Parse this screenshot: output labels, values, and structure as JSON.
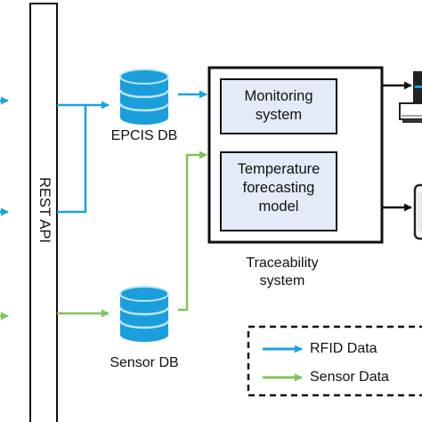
{
  "colors": {
    "rfid_arrow": "#1aa3e0",
    "sensor_arrow": "#80c35a",
    "db_fill": "#1a9fdc",
    "db_highlight": "#bfe6f8",
    "module_fill": "#e3ebf8",
    "outline": "#111111"
  },
  "rest_api": {
    "label": "REST API"
  },
  "databases": {
    "epcis": {
      "label": "EPCIS DB",
      "icon": "database-icon"
    },
    "sensor": {
      "label": "Sensor DB",
      "icon": "database-icon"
    }
  },
  "traceability": {
    "label": "Traceability\nsystem",
    "modules": {
      "monitoring": "Monitoring\nsystem",
      "forecasting": "Temperature\nforecasting\nmodel"
    }
  },
  "outputs": {
    "top_icon": "workstation-icon",
    "bottom_icon": "mobile-device-icon"
  },
  "legend": {
    "rfid": "RFID Data",
    "sensor": "Sensor Data"
  }
}
